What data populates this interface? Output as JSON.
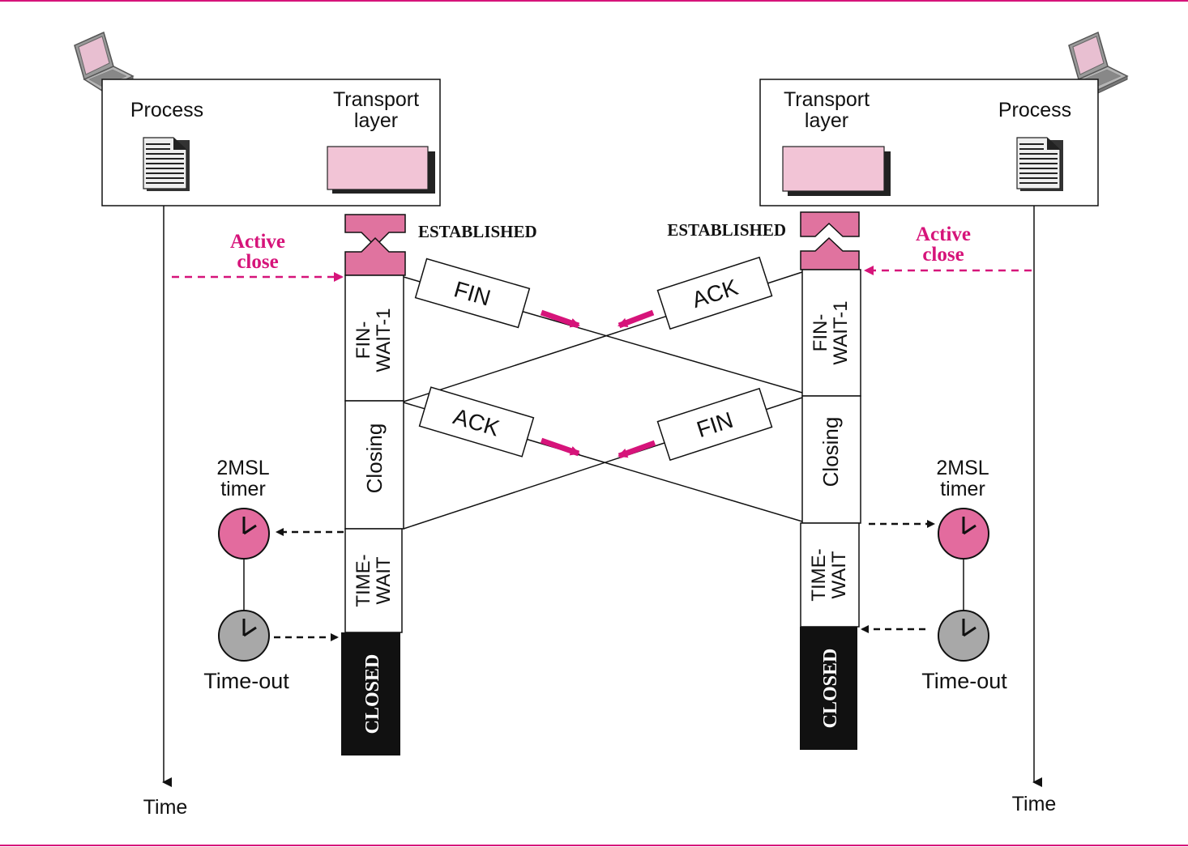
{
  "colors": {
    "accent": "#d6147a",
    "state_band": "#e0739f",
    "transport_fill": "#f2c4d6",
    "timer_pink": "#e36b9e",
    "timer_gray": "#a8a8a8",
    "closed_fill": "#111111",
    "frame_line": "#d6147a"
  },
  "left": {
    "process_label": "Process",
    "transport_label_1": "Transport",
    "transport_label_2": "layer",
    "established_label": "ESTABLISHED",
    "active_close_1": "Active",
    "active_close_2": "close",
    "state_finwait_1": "FIN-",
    "state_finwait_2": "WAIT-1",
    "state_closing": "Closing",
    "state_timewait_1": "TIME-",
    "state_timewait_2": "WAIT",
    "state_closed": "CLOSED",
    "timer_label_1": "2MSL",
    "timer_label_2": "timer",
    "timeout_label": "Time-out",
    "time_label": "Time",
    "laptop_icon": "laptop-icon",
    "document_icon": "document-icon"
  },
  "right": {
    "process_label": "Process",
    "transport_label_1": "Transport",
    "transport_label_2": "layer",
    "established_label": "ESTABLISHED",
    "active_close_1": "Active",
    "active_close_2": "close",
    "state_finwait_1": "FIN-",
    "state_finwait_2": "WAIT-1",
    "state_closing": "Closing",
    "state_timewait_1": "TIME-",
    "state_timewait_2": "WAIT",
    "state_closed": "CLOSED",
    "timer_label_1": "2MSL",
    "timer_label_2": "timer",
    "timeout_label": "Time-out",
    "time_label": "Time",
    "laptop_icon": "laptop-icon",
    "document_icon": "document-icon"
  },
  "segments": {
    "fin_left": "FIN",
    "ack_right": "ACK",
    "ack_left": "ACK",
    "fin_right": "FIN"
  }
}
